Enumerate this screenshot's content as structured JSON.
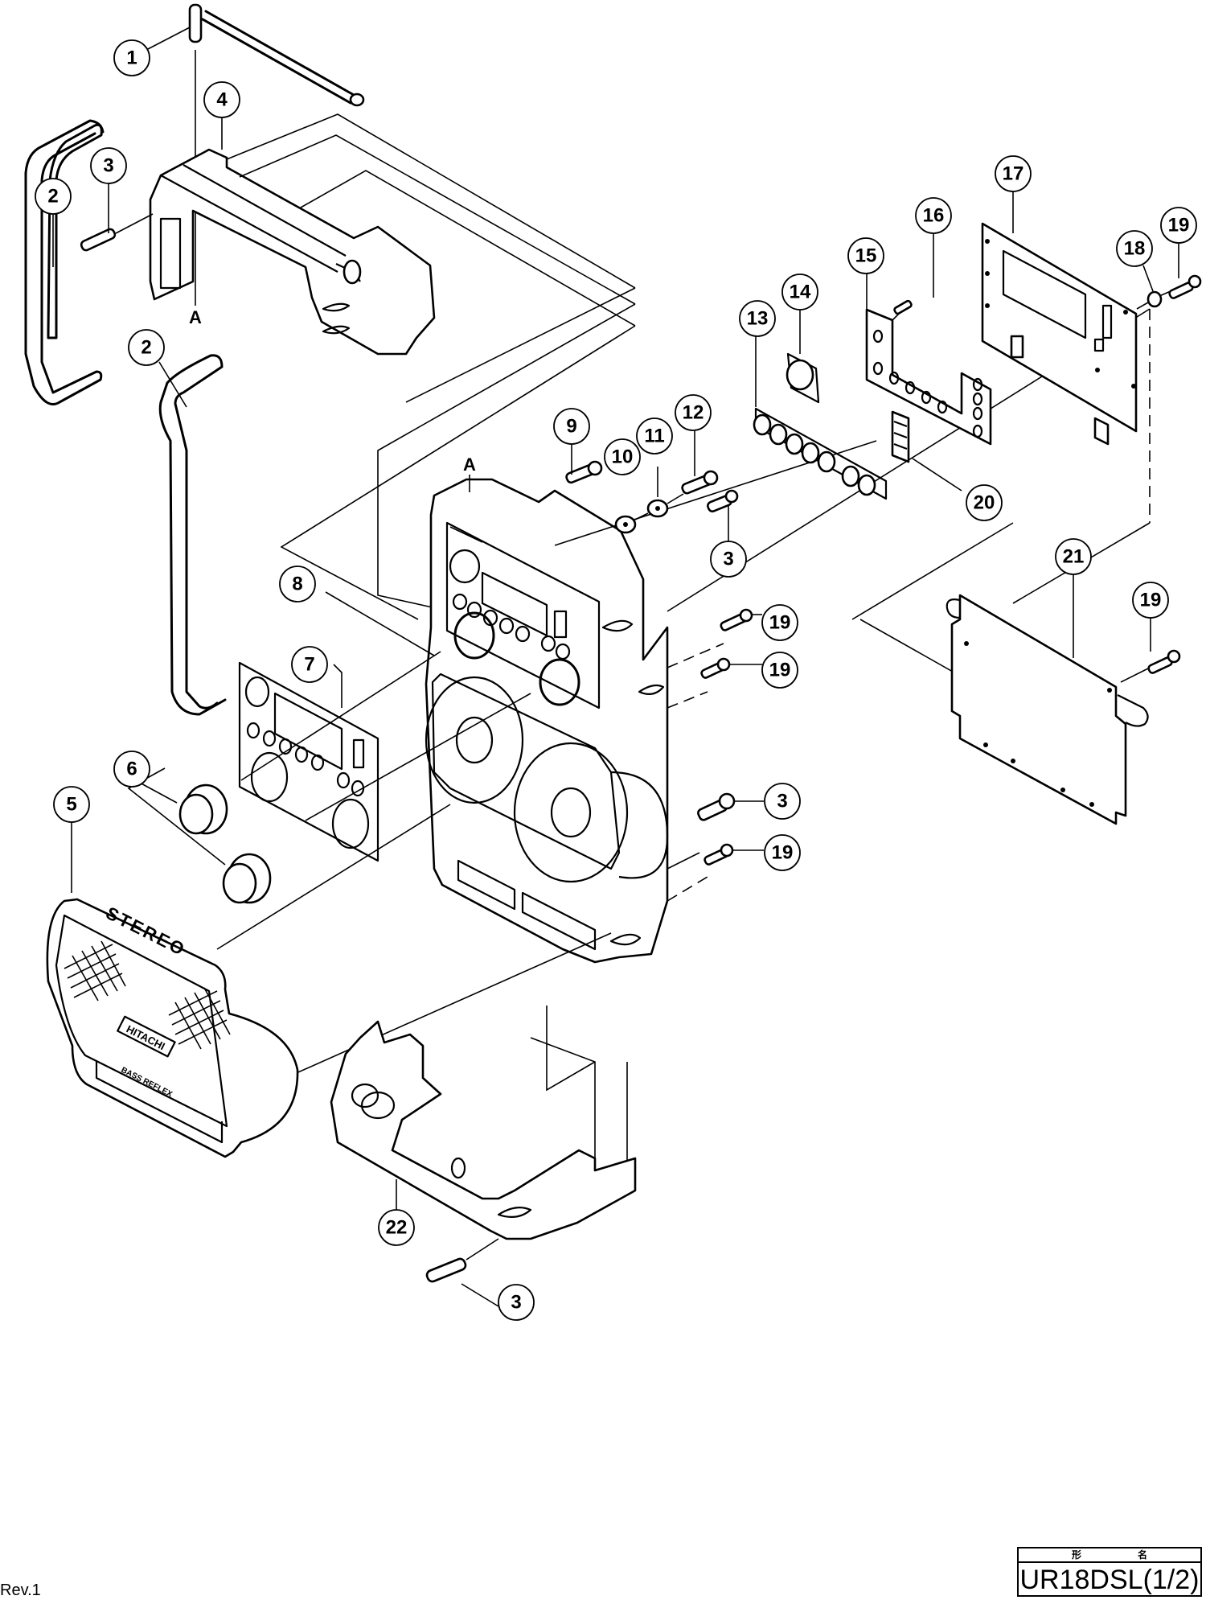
{
  "document": {
    "type": "exploded parts diagram",
    "revision_label": "Rev.1",
    "title_block": {
      "header_left": "形",
      "header_right": "名",
      "model": "UR18DSL(1/2)"
    }
  },
  "reference_labels": [
    "A",
    "A"
  ],
  "product_markings": {
    "grille_top": "STEREO",
    "brand": "HITACHI",
    "grille_bottom": "BASS REFLEX"
  },
  "callouts": [
    {
      "id": "c1",
      "number": "1",
      "part": "antenna"
    },
    {
      "id": "c2a",
      "number": "2",
      "part": "handle grip (left)"
    },
    {
      "id": "c2b",
      "number": "2",
      "part": "handle grip (right)"
    },
    {
      "id": "c3a",
      "number": "3",
      "part": "screw (top handle)"
    },
    {
      "id": "c3b",
      "number": "3",
      "part": "screw (rear top)"
    },
    {
      "id": "c3c",
      "number": "3",
      "part": "screw (side)"
    },
    {
      "id": "c3d",
      "number": "3",
      "part": "screw (bottom)"
    },
    {
      "id": "c4",
      "number": "4",
      "part": "top handle frame"
    },
    {
      "id": "c5",
      "number": "5",
      "part": "front grille"
    },
    {
      "id": "c6",
      "number": "6",
      "part": "knobs"
    },
    {
      "id": "c7",
      "number": "7",
      "part": "front panel label"
    },
    {
      "id": "c8",
      "number": "8",
      "part": "housing"
    },
    {
      "id": "c9",
      "number": "9",
      "part": "screw"
    },
    {
      "id": "c10",
      "number": "10",
      "part": "washer"
    },
    {
      "id": "c11",
      "number": "11",
      "part": "washer"
    },
    {
      "id": "c12",
      "number": "12",
      "part": "screw"
    },
    {
      "id": "c13",
      "number": "13",
      "part": "button strip"
    },
    {
      "id": "c14",
      "number": "14",
      "part": "push button"
    },
    {
      "id": "c15",
      "number": "15",
      "part": "switch board"
    },
    {
      "id": "c16",
      "number": "16",
      "part": "small screw"
    },
    {
      "id": "c17",
      "number": "17",
      "part": "main PCB"
    },
    {
      "id": "c18",
      "number": "18",
      "part": "washer"
    },
    {
      "id": "c19a",
      "number": "19",
      "part": "screw (PCB)"
    },
    {
      "id": "c19b",
      "number": "19",
      "part": "screw (side upper)"
    },
    {
      "id": "c19c",
      "number": "19",
      "part": "screw (side lower)"
    },
    {
      "id": "c19d",
      "number": "19",
      "part": "screw (side bottom)"
    },
    {
      "id": "c19e",
      "number": "19",
      "part": "screw (rear plate)"
    },
    {
      "id": "c20",
      "number": "20",
      "part": "slide switch"
    },
    {
      "id": "c21",
      "number": "21",
      "part": "rear plate"
    },
    {
      "id": "c22",
      "number": "22",
      "part": "bottom frame"
    }
  ]
}
